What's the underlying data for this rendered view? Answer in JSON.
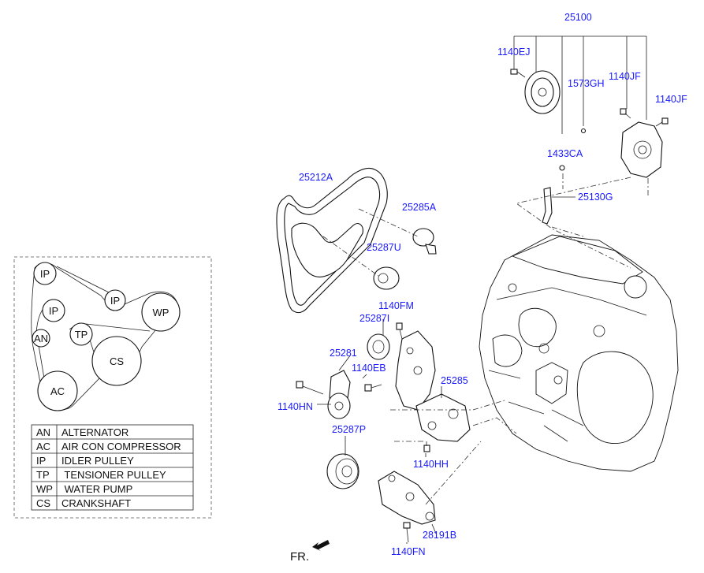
{
  "part_numbers": {
    "water_pump_assy": "25100",
    "bolt_ej": "1140EJ",
    "bolt_jf_1": "1140JF",
    "bolt_jf_2": "1140JF",
    "plug": "1573GH",
    "pin": "1433CA",
    "pipe": "25130G",
    "belt": "25212A",
    "tensioner_a": "25285A",
    "idler_u": "25287U",
    "bolt_fm": "1140FM",
    "idler_i": "25287I",
    "tensioner_arm": "25281",
    "bolt_eb": "1140EB",
    "tensioner": "25285",
    "bolt_hn": "1140HN",
    "idler_p": "25287P",
    "bolt_hh": "1140HH",
    "bracket": "28191B",
    "bolt_fn": "1140FN"
  },
  "layout_diagram": {
    "pulleys": {
      "ip_top": "IP",
      "ip_mid": "IP",
      "ip_left": "IP",
      "wp": "WP",
      "an": "AN",
      "tp": "TP",
      "cs": "CS",
      "ac": "AC"
    }
  },
  "legend": [
    {
      "code": "AN",
      "name": "ALTERNATOR"
    },
    {
      "code": "AC",
      "name": "AIR CON COMPRESSOR"
    },
    {
      "code": "IP",
      "name": "IDLER PULLEY"
    },
    {
      "code": "TP",
      "name": " TENSIONER PULLEY"
    },
    {
      "code": "WP",
      "name": " WATER PUMP"
    },
    {
      "code": "CS",
      "name": "CRANKSHAFT"
    }
  ],
  "front_indicator": "FR."
}
